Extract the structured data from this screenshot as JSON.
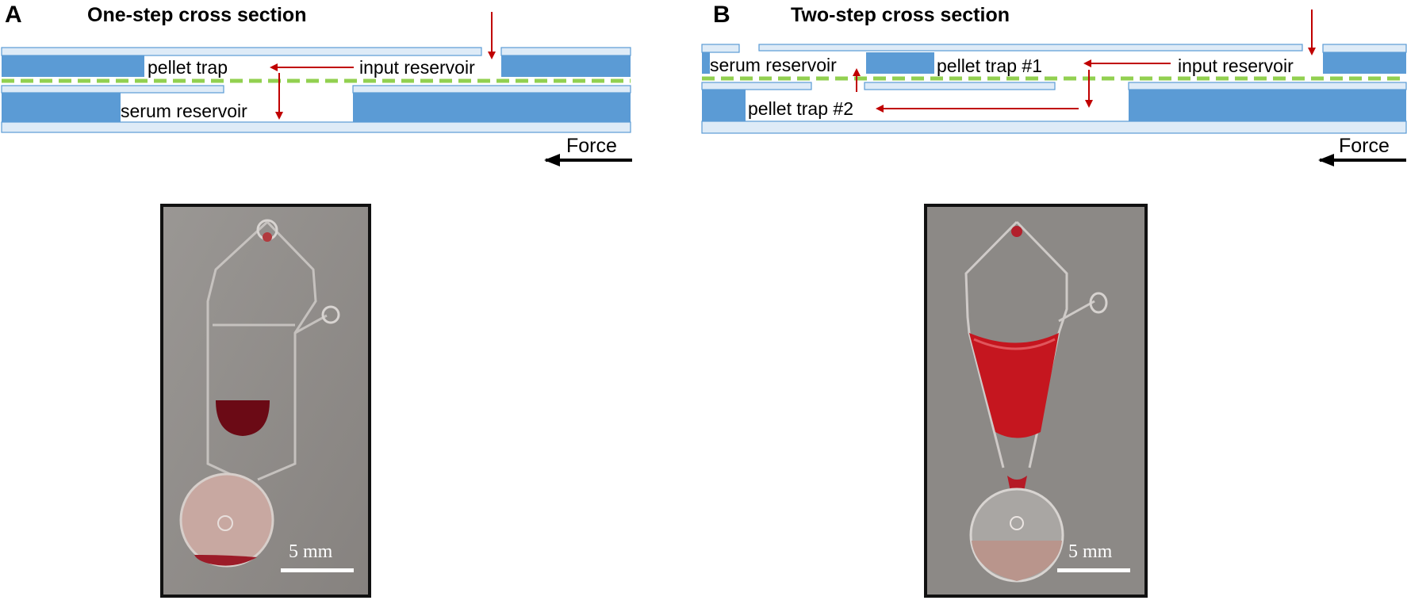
{
  "panel_a": {
    "letter": "A",
    "title": "One-step cross section",
    "labels": {
      "pellet_trap": "pellet trap",
      "input_reservoir": "input reservoir",
      "serum_reservoir": "serum reservoir"
    },
    "force_label": "Force",
    "scale_bar": "5 mm"
  },
  "panel_b": {
    "letter": "B",
    "title": "Two-step cross section",
    "labels": {
      "serum_reservoir": "serum reservoir",
      "pellet_trap_1": "pellet trap #1",
      "input_reservoir": "input reservoir",
      "pellet_trap_2": "pellet trap #2"
    },
    "force_label": "Force",
    "scale_bar": "5 mm"
  },
  "colors": {
    "layer_blue": "#5b9bd5",
    "layer_light": "#deebf7",
    "membrane_green": "#92d050",
    "arrow_red": "#c00000",
    "blood": "#a01020",
    "photo_bg": "#8d8986"
  }
}
